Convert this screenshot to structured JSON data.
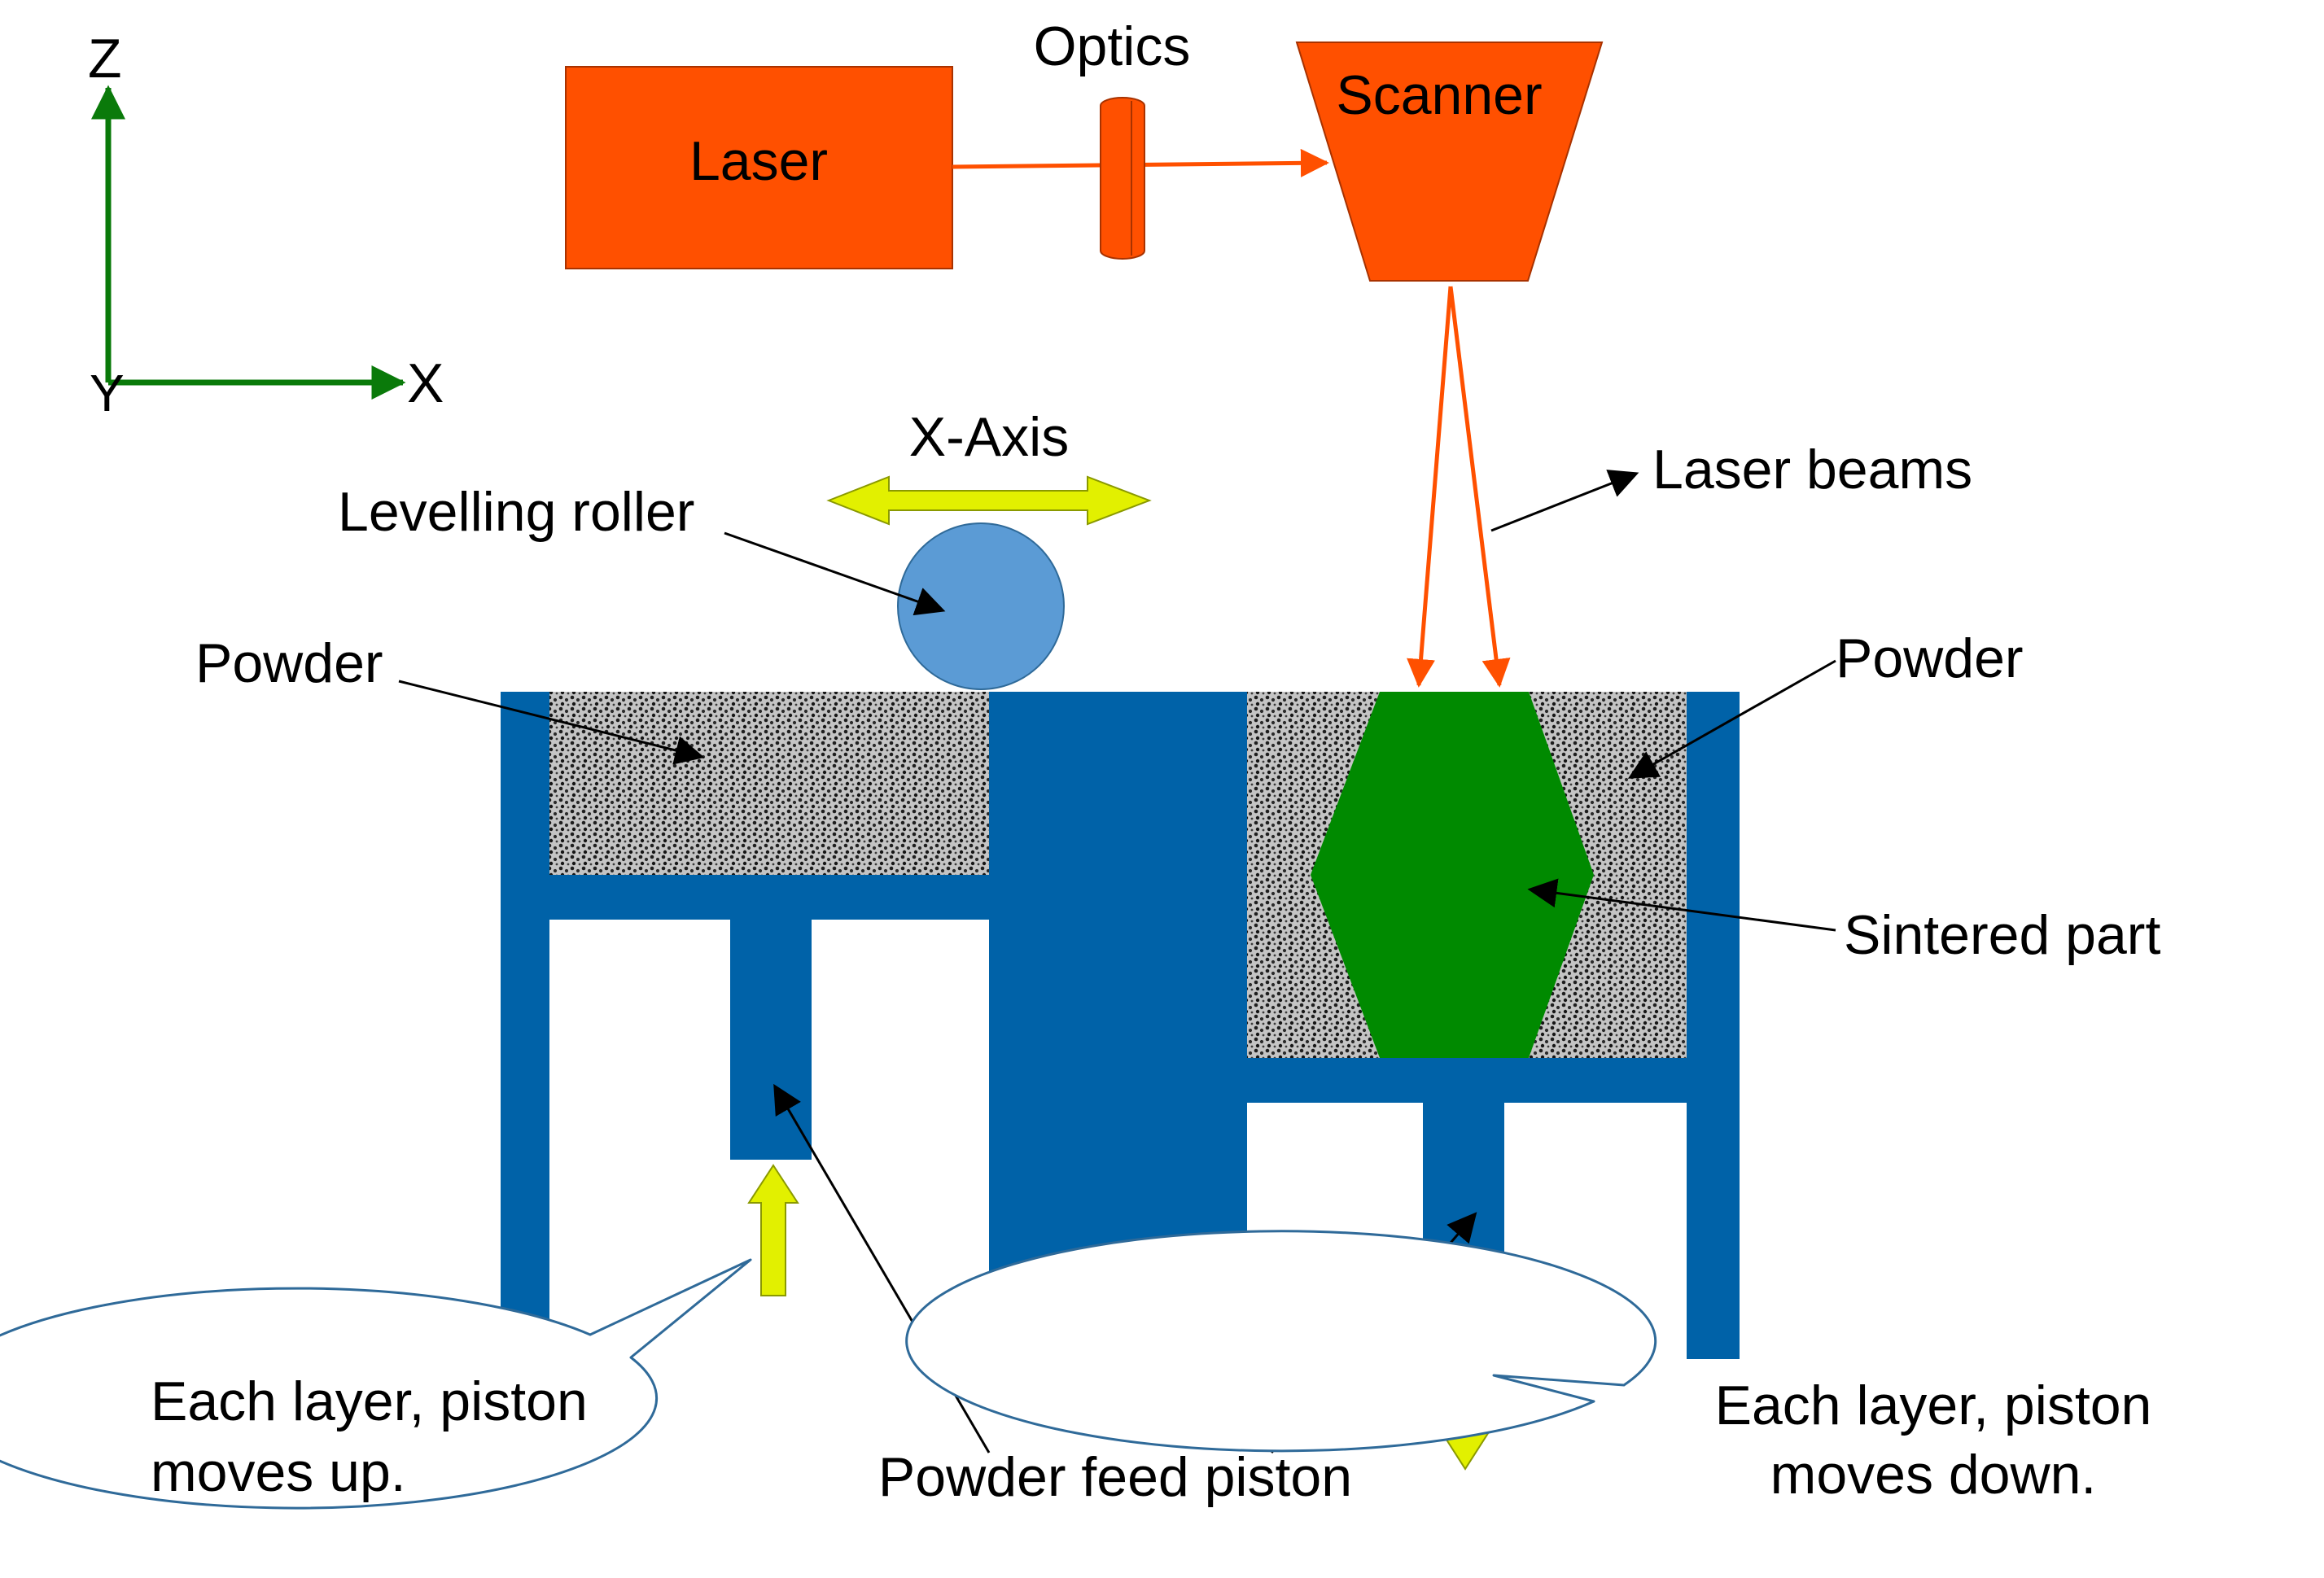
{
  "labels": {
    "axis_z": "Z",
    "axis_y": "Y",
    "axis_x": "X",
    "laser": "Laser",
    "optics": "Optics",
    "scanner": "Scanner",
    "x_axis": "X-Axis",
    "levelling_roller": "Levelling roller",
    "laser_beams": "Laser beams",
    "powder_left": "Powder",
    "powder_right": "Powder",
    "sintered_part": "Sintered part",
    "powder_feed_piston": "Powder feed piston",
    "callout_left_line1": "Each layer, piston",
    "callout_left_line2": "moves up.",
    "callout_right_line1": "Each layer, piston",
    "callout_right_line2": "moves down."
  },
  "icons": {
    "laser_source": "laser-box",
    "optics": "lens-icon",
    "scanner": "scanner-trapezoid",
    "roller": "roller-circle",
    "move_up": "arrow-up-icon",
    "move_down": "arrow-down-icon",
    "bidirectional": "double-arrow-icon"
  },
  "colors": {
    "laser": "#ff5000",
    "machine": "#0062a8",
    "roller": "#5b9bd5",
    "sintered_part": "#008a00",
    "axis": "#0a7a0a",
    "motion_arrow": "#e2f000",
    "motion_arrow_outline": "#8a9900",
    "powder_background": "#c4c4c4",
    "callout_outline": "#2f6a99"
  }
}
